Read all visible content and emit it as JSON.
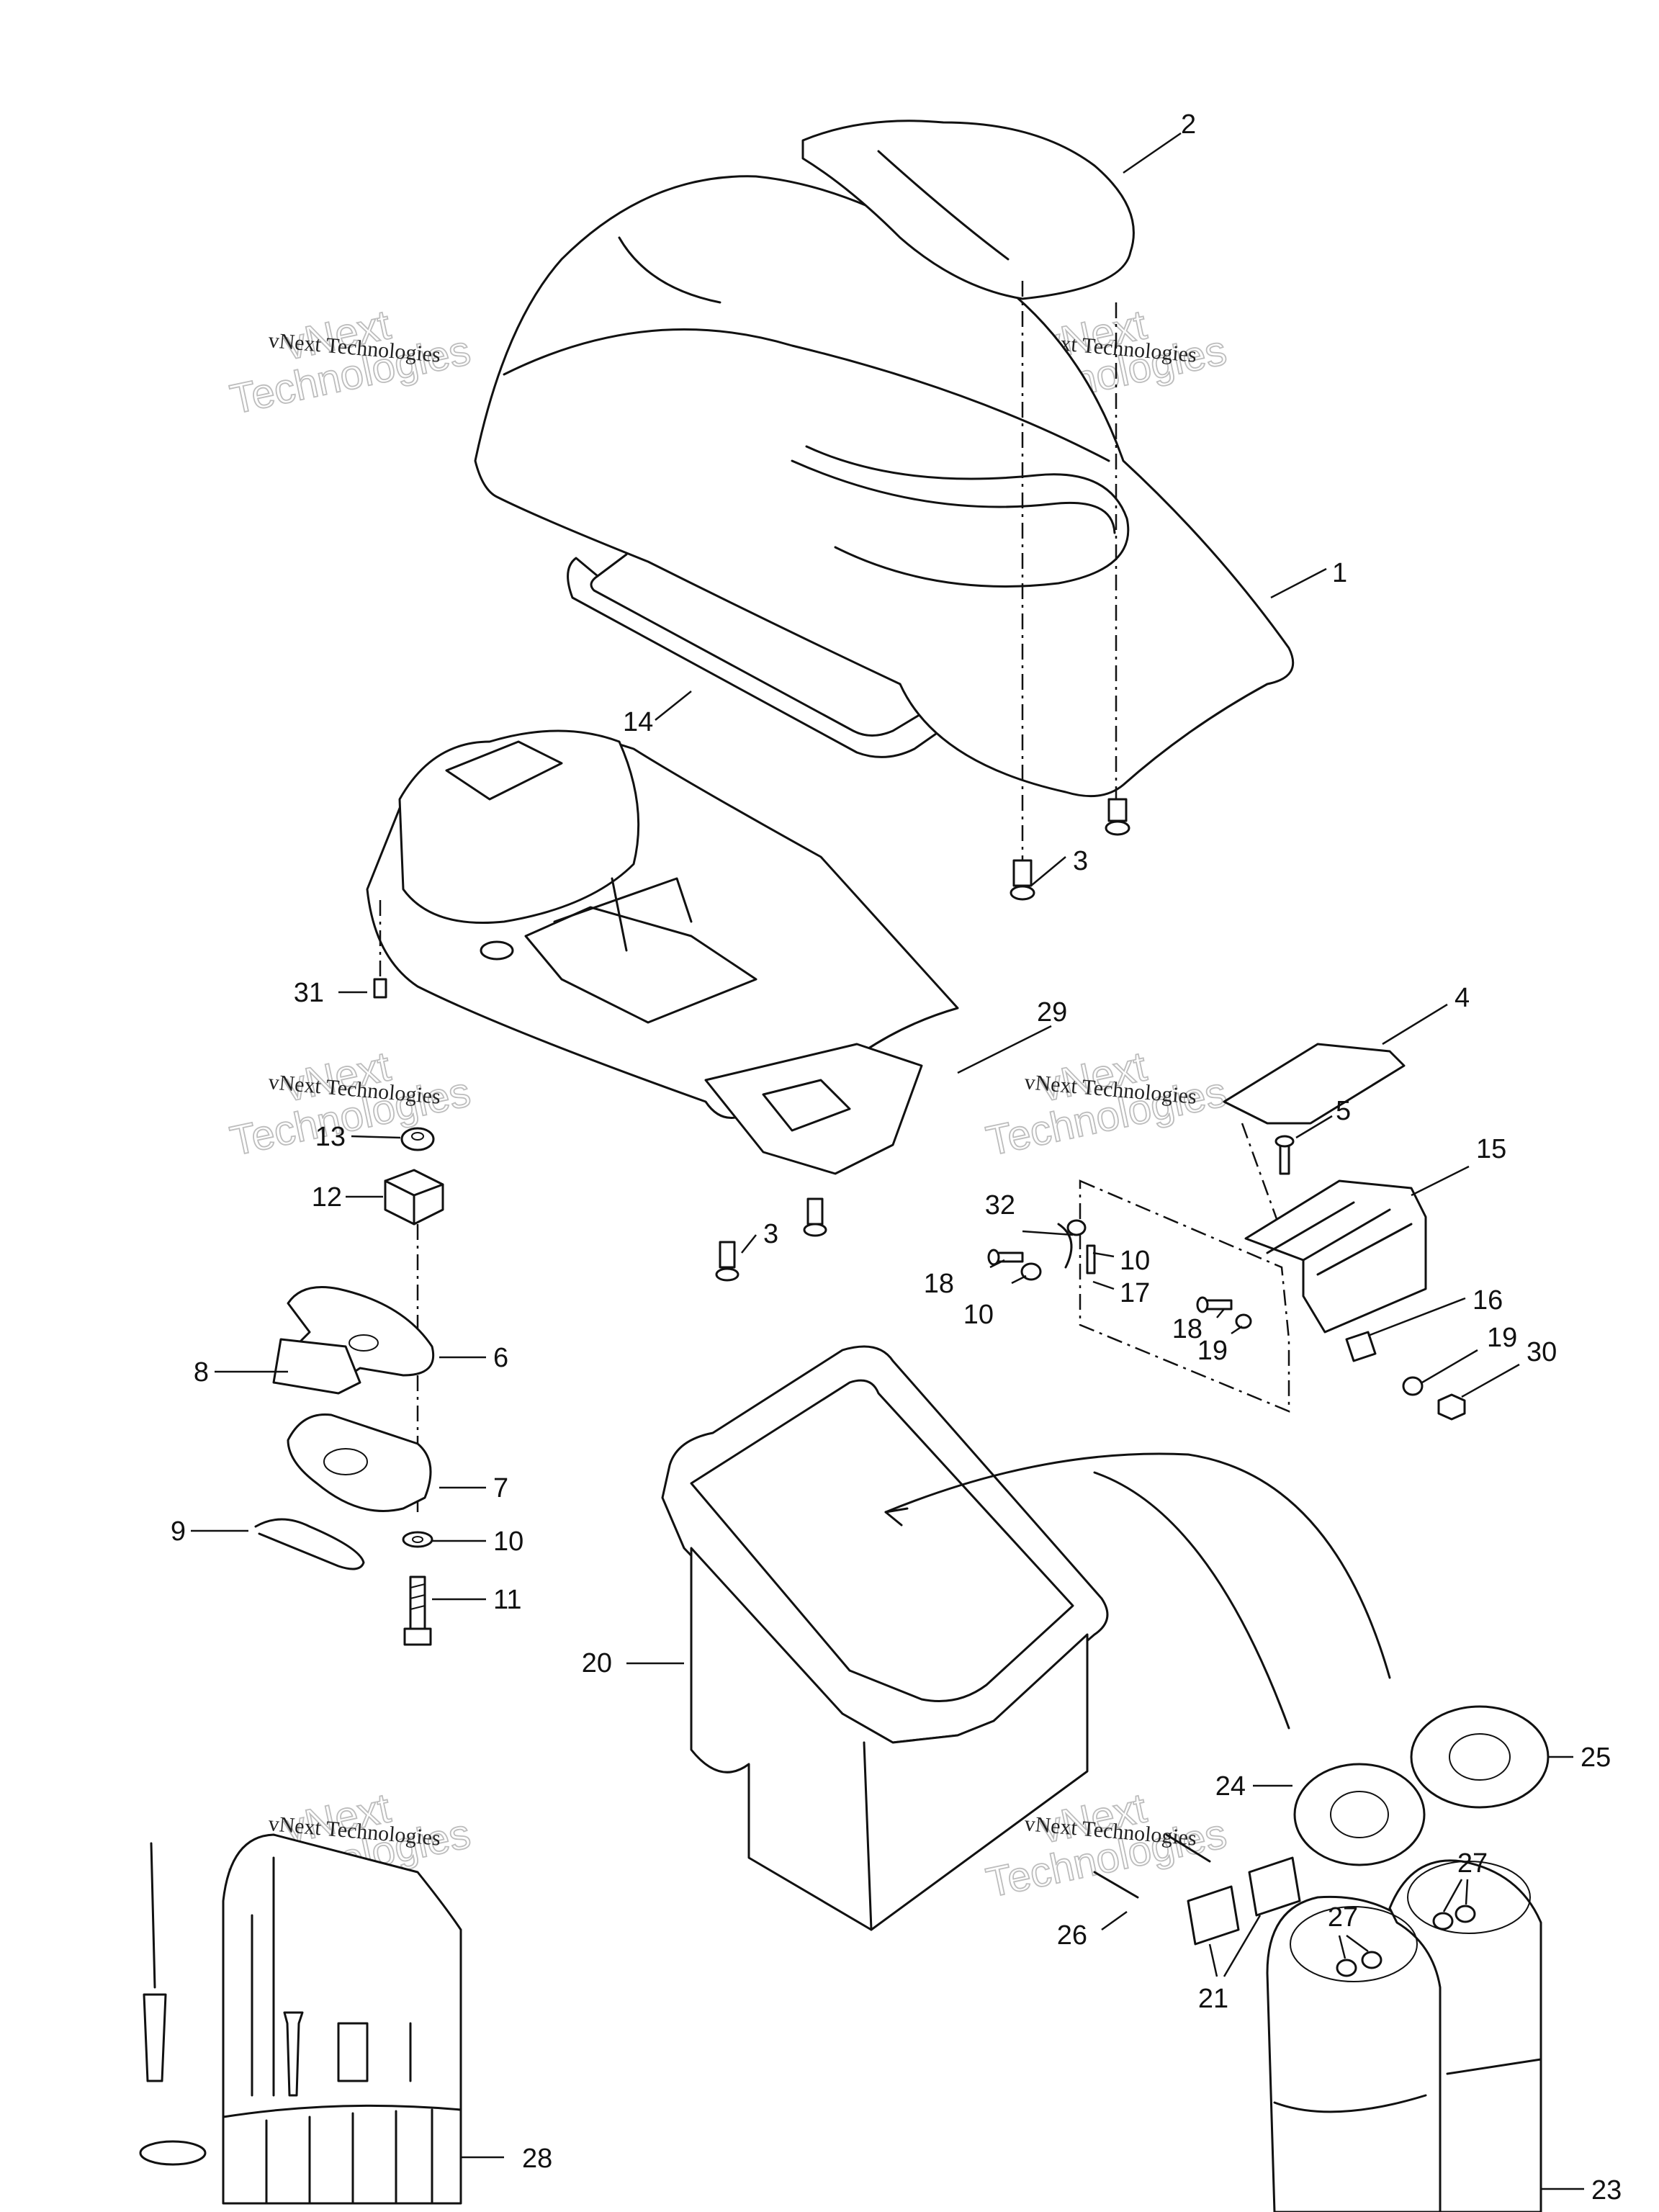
{
  "diagram": {
    "type": "exploded parts diagram",
    "watermark": {
      "line_small": "vNext Technologies",
      "line_big_1": "vNext",
      "line_big_2": "Technologies"
    },
    "callouts": [
      {
        "id": "c1",
        "label": "1"
      },
      {
        "id": "c2",
        "label": "2"
      },
      {
        "id": "c3a",
        "label": "3"
      },
      {
        "id": "c3b",
        "label": "3"
      },
      {
        "id": "c4",
        "label": "4"
      },
      {
        "id": "c5",
        "label": "5"
      },
      {
        "id": "c6",
        "label": "6"
      },
      {
        "id": "c7",
        "label": "7"
      },
      {
        "id": "c8",
        "label": "8"
      },
      {
        "id": "c9",
        "label": "9"
      },
      {
        "id": "c10a",
        "label": "10"
      },
      {
        "id": "c10b",
        "label": "10"
      },
      {
        "id": "c10c",
        "label": "10"
      },
      {
        "id": "c11",
        "label": "11"
      },
      {
        "id": "c12",
        "label": "12"
      },
      {
        "id": "c13",
        "label": "13"
      },
      {
        "id": "c14",
        "label": "14"
      },
      {
        "id": "c15",
        "label": "15"
      },
      {
        "id": "c16",
        "label": "16"
      },
      {
        "id": "c17",
        "label": "17"
      },
      {
        "id": "c18a",
        "label": "18"
      },
      {
        "id": "c18b",
        "label": "18"
      },
      {
        "id": "c19a",
        "label": "19"
      },
      {
        "id": "c19b",
        "label": "19"
      },
      {
        "id": "c20",
        "label": "20"
      },
      {
        "id": "c21",
        "label": "21"
      },
      {
        "id": "c23",
        "label": "23"
      },
      {
        "id": "c24",
        "label": "24"
      },
      {
        "id": "c25",
        "label": "25"
      },
      {
        "id": "c26",
        "label": "26"
      },
      {
        "id": "c27a",
        "label": "27"
      },
      {
        "id": "c27b",
        "label": "27"
      },
      {
        "id": "c28",
        "label": "28"
      },
      {
        "id": "c29",
        "label": "29"
      },
      {
        "id": "c30",
        "label": "30"
      },
      {
        "id": "c31",
        "label": "31"
      },
      {
        "id": "c32",
        "label": "32"
      }
    ]
  }
}
